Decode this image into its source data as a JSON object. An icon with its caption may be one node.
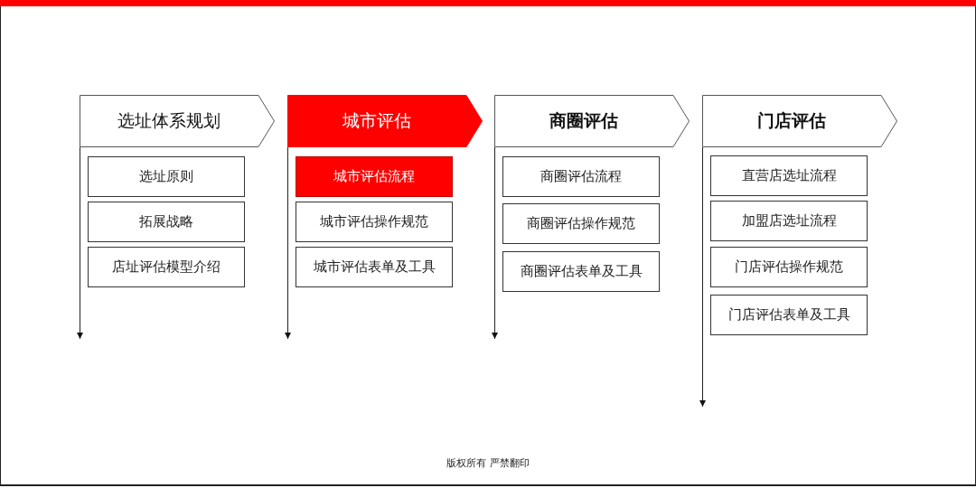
{
  "diagram": {
    "nodes": [
      {
        "text": [
          "选址体系规划"
        ]
      },
      {
        "text": [
          "选址原则"
        ]
      },
      {
        "text": [
          "拓展战略"
        ]
      },
      {
        "text": [
          "店址评估模型介绍"
        ]
      },
      {
        "text": [
          "城市评估"
        ]
      },
      {
        "text": [
          "城市评估流程"
        ]
      },
      {
        "text": [
          "城市评估操作规范"
        ]
      },
      {
        "text": [
          "城市评估表单及工具"
        ]
      },
      {
        "text": [
          "商圈评估"
        ]
      },
      {
        "text": [
          "商圈评估流程"
        ]
      },
      {
        "text": [
          "商圈评估操作规范"
        ]
      },
      {
        "text": [
          "商圈评估表单及工具"
        ]
      },
      {
        "text": [
          "门店评估"
        ]
      },
      {
        "text": [
          "直营店选址流程"
        ]
      },
      {
        "text": [
          "加盟店选址流程"
        ]
      },
      {
        "text": [
          "门店评估操作规范"
        ]
      },
      {
        "text": [
          "门店评估表单及工具"
        ]
      }
    ],
    "edges": [
      {
        "from": 0,
        "to": null,
        "arrow": "to"
      },
      {
        "from": 4,
        "to": null,
        "arrow": "to"
      },
      {
        "from": 8,
        "to": null,
        "arrow": "to"
      },
      {
        "from": 12,
        "to": null,
        "arrow": "to"
      }
    ],
    "labels": [
      "版权所有 严禁翻印"
    ]
  }
}
